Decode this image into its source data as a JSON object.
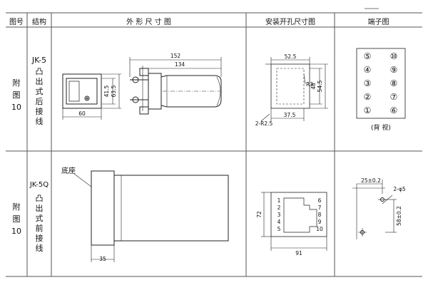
{
  "header": {
    "col_figno": "图号",
    "col_structure": "结构",
    "col_outline": "外 形 尺 寸 图",
    "col_cutout": "安装开孔尺寸图",
    "col_terminal": "端子图"
  },
  "row1": {
    "figno": [
      "附",
      "图",
      "10"
    ],
    "model": "JK-5",
    "structure": [
      "凸",
      "出",
      "式",
      "后",
      "接",
      "线"
    ],
    "outline": {
      "dim_total": "152",
      "dim_body": "134",
      "dim_h1": "41.5",
      "dim_h2": "63.5",
      "dim_w": "60"
    },
    "cutout": {
      "dim_w": "52.5",
      "dim_r": "R3",
      "dim_h1": "48",
      "dim_h2": "54.5",
      "dim_holes": "2-R2.5",
      "dim_b": "37.5"
    },
    "terminals": {
      "left": [
        "⑤",
        "④",
        "③",
        "②",
        "①"
      ],
      "right": [
        "⑩",
        "⑨",
        "⑧",
        "⑦",
        "⑥"
      ],
      "caption": "(背 视)"
    }
  },
  "row2": {
    "figno": [
      "附",
      "图",
      "10"
    ],
    "model": "JK-5Q",
    "structure": [
      "凸",
      "出",
      "式",
      "前",
      "接",
      "线"
    ],
    "outline": {
      "base_label": "底座",
      "dim_depth": "35"
    },
    "cutout": {
      "dim_h": "72",
      "dim_w": "91",
      "pins_left": [
        "1",
        "2",
        "3",
        "4",
        "5"
      ],
      "pins_right": [
        "6",
        "7",
        "8",
        "9",
        "10"
      ]
    },
    "hole": {
      "dim_a": "25±0.2",
      "dim_holes": "2-φ5",
      "dim_b": "58±0.2"
    }
  }
}
